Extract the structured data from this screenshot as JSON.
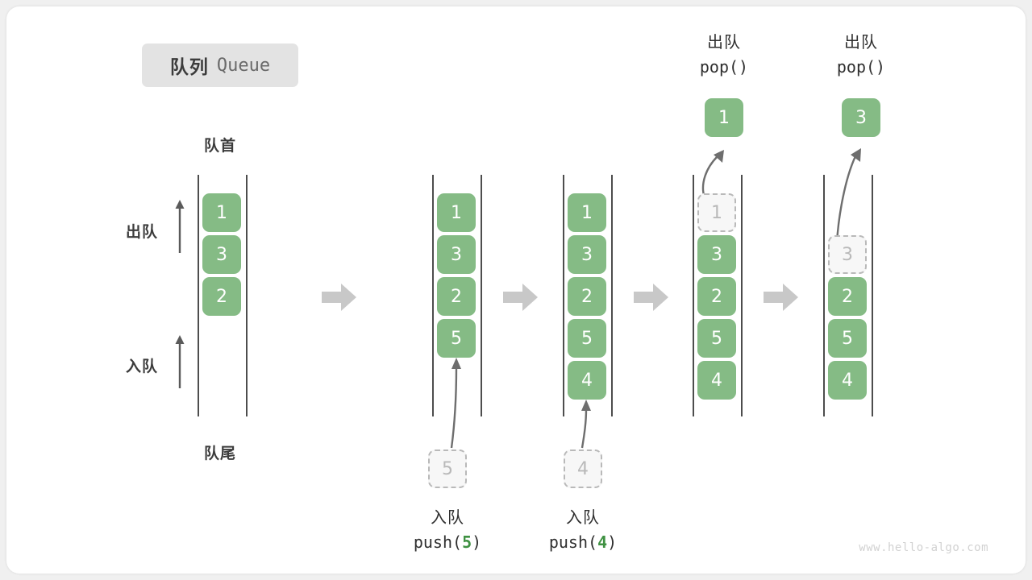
{
  "title": {
    "cn": "队列",
    "en": "Queue"
  },
  "labels": {
    "head": "队首",
    "tail": "队尾",
    "dequeue_side": "出队",
    "enqueue_side": "入队"
  },
  "colors": {
    "cell_green": "#85bb85",
    "ghost_gray": "#b9b9b9",
    "rail": "#4d4d4d",
    "step_arrow": "#c8c8c8",
    "accent_code_arg": "#3f9142",
    "badge_bg": "#e3e3e3",
    "canvas_bg": "#ffffff",
    "page_bg": "#f0f0f0"
  },
  "watermark": "www.hello-algo.com",
  "icons": {
    "step_arrow": "right-block-arrow-icon",
    "dequeue_dir_arrow": "up-arrow-icon",
    "enqueue_dir_arrow": "up-arrow-icon",
    "push_motion_arrow": "curved-up-arrow-icon",
    "pop_motion_arrow": "curved-up-arrow-icon"
  },
  "stages": [
    {
      "id": "initial",
      "cells": [
        {
          "value": "1",
          "state": "filled"
        },
        {
          "value": "3",
          "state": "filled"
        },
        {
          "value": "2",
          "state": "filled"
        }
      ],
      "caption": null,
      "floating_cell": null,
      "ghost_below": null
    },
    {
      "id": "after-push-5",
      "cells": [
        {
          "value": "1",
          "state": "filled"
        },
        {
          "value": "3",
          "state": "filled"
        },
        {
          "value": "2",
          "state": "filled"
        },
        {
          "value": "5",
          "state": "filled"
        }
      ],
      "caption": {
        "cn": "入队",
        "code_prefix": "push(",
        "arg": "5",
        "code_suffix": ")"
      },
      "ghost_below": {
        "value": "5"
      },
      "floating_cell": null
    },
    {
      "id": "after-push-4",
      "cells": [
        {
          "value": "1",
          "state": "filled"
        },
        {
          "value": "3",
          "state": "filled"
        },
        {
          "value": "2",
          "state": "filled"
        },
        {
          "value": "5",
          "state": "filled"
        },
        {
          "value": "4",
          "state": "filled"
        }
      ],
      "caption": {
        "cn": "入队",
        "code_prefix": "push(",
        "arg": "4",
        "code_suffix": ")"
      },
      "ghost_below": {
        "value": "4"
      },
      "floating_cell": null
    },
    {
      "id": "after-pop-1",
      "cells": [
        {
          "value": "1",
          "state": "ghost"
        },
        {
          "value": "3",
          "state": "filled"
        },
        {
          "value": "2",
          "state": "filled"
        },
        {
          "value": "5",
          "state": "filled"
        },
        {
          "value": "4",
          "state": "filled"
        }
      ],
      "caption_top": {
        "cn": "出队",
        "code": "pop()"
      },
      "floating_cell": {
        "value": "1"
      },
      "ghost_below": null
    },
    {
      "id": "after-pop-3",
      "cells": [
        {
          "value": "",
          "state": "empty"
        },
        {
          "value": "3",
          "state": "ghost"
        },
        {
          "value": "2",
          "state": "filled"
        },
        {
          "value": "5",
          "state": "filled"
        },
        {
          "value": "4",
          "state": "filled"
        }
      ],
      "caption_top": {
        "cn": "出队",
        "code": "pop()"
      },
      "floating_cell": {
        "value": "3"
      },
      "ghost_below": null
    }
  ]
}
